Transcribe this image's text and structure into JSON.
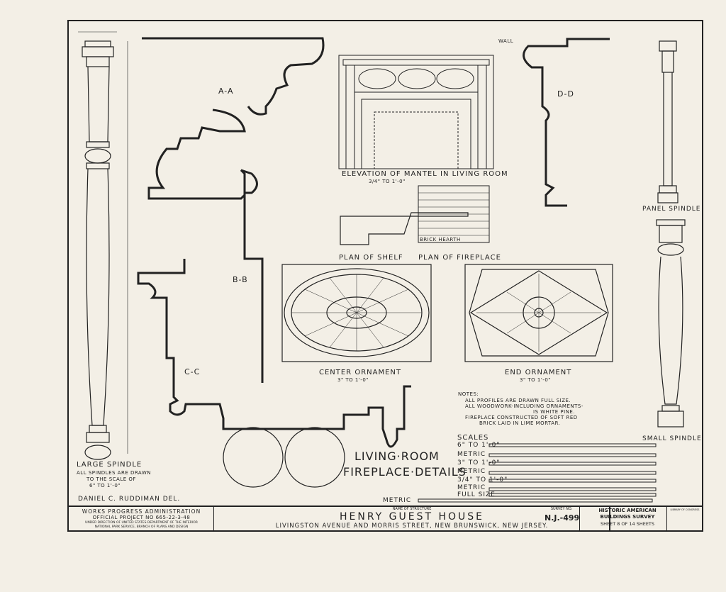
{
  "sections": {
    "a_a": "A-A",
    "b_b": "B-B",
    "c_c": "C-C",
    "d_d": "D-D"
  },
  "views": {
    "elevation_title": "ELEVATION OF MANTEL IN LIVING ROOM",
    "elevation_scale": "3/4\" TO 1'-0\"",
    "plan_shelf": "PLAN OF SHELF",
    "plan_fireplace": "PLAN OF FIREPLACE",
    "brick_hearth": "BRICK HEARTH",
    "center_ornament": "CENTER ORNAMENT",
    "center_scale": "3\" TO 1'-0\"",
    "end_ornament": "END ORNAMENT",
    "end_scale": "3\" TO 1'-0\"",
    "wall": "WALL"
  },
  "spindles": {
    "large_title": "LARGE SPINDLE",
    "large_note_1": "ALL SPINDLES ARE DRAWN",
    "large_note_2": "TO THE SCALE OF",
    "large_note_3": "6\" TO 1'-0\"",
    "panel_title": "PANEL SPINDLE",
    "small_title": "SMALL SPINDLE"
  },
  "sheet_title": {
    "line1": "LIVING·ROOM",
    "line2": "FIREPLACE·DETAILS"
  },
  "notes": {
    "header": "NOTES:",
    "n1": "ALL PROFILES ARE DRAWN FULL SIZE.",
    "n2": "ALL WOODWORK-INCLUDING ORNAMENTS-",
    "n3": "IS WHITE PINE.",
    "n4": "FIREPLACE CONSTRUCTED OF SOFT RED",
    "n5": "BRICK LAID IN LIME MORTAR."
  },
  "scales": {
    "header": "SCALES",
    "rows": [
      "6\" TO 1'-0\"",
      "METRIC",
      "3\" TO 1'-0\"",
      "METRIC",
      "3/4\" TO 1'-0\"",
      "METRIC",
      "FULL SIZE",
      "METRIC"
    ]
  },
  "delineator": "DANIEL C. RUDDIMAN DEL.",
  "title_block": {
    "wpa_1": "WORKS PROGRESS ADMINISTRATION",
    "wpa_2": "OFFICIAL PROJECT NO 665-22-3-48",
    "wpa_3": "UNDER DIRECTION OF UNITED STATES DEPARTMENT OF THE INTERIOR",
    "wpa_4": "NATIONAL PARK SERVICE, BRANCH OF PLANS AND DESIGN",
    "name_label": "NAME OF STRUCTURE",
    "structure_name": "HENRY GUEST HOUSE",
    "address": "LIVINGSTON AVENUE AND MORRIS STREET, NEW BRUNSWICK, NEW JERSEY.",
    "survey_label": "SURVEY NO.",
    "survey_no": "N.J.-499",
    "habs_1": "HISTORIC AMERICAN",
    "habs_2": "BUILDINGS SURVEY",
    "sheet_no": "SHEET 8 OF 14 SHEETS",
    "library_note": "LIBRARY OF CONGRESS"
  }
}
